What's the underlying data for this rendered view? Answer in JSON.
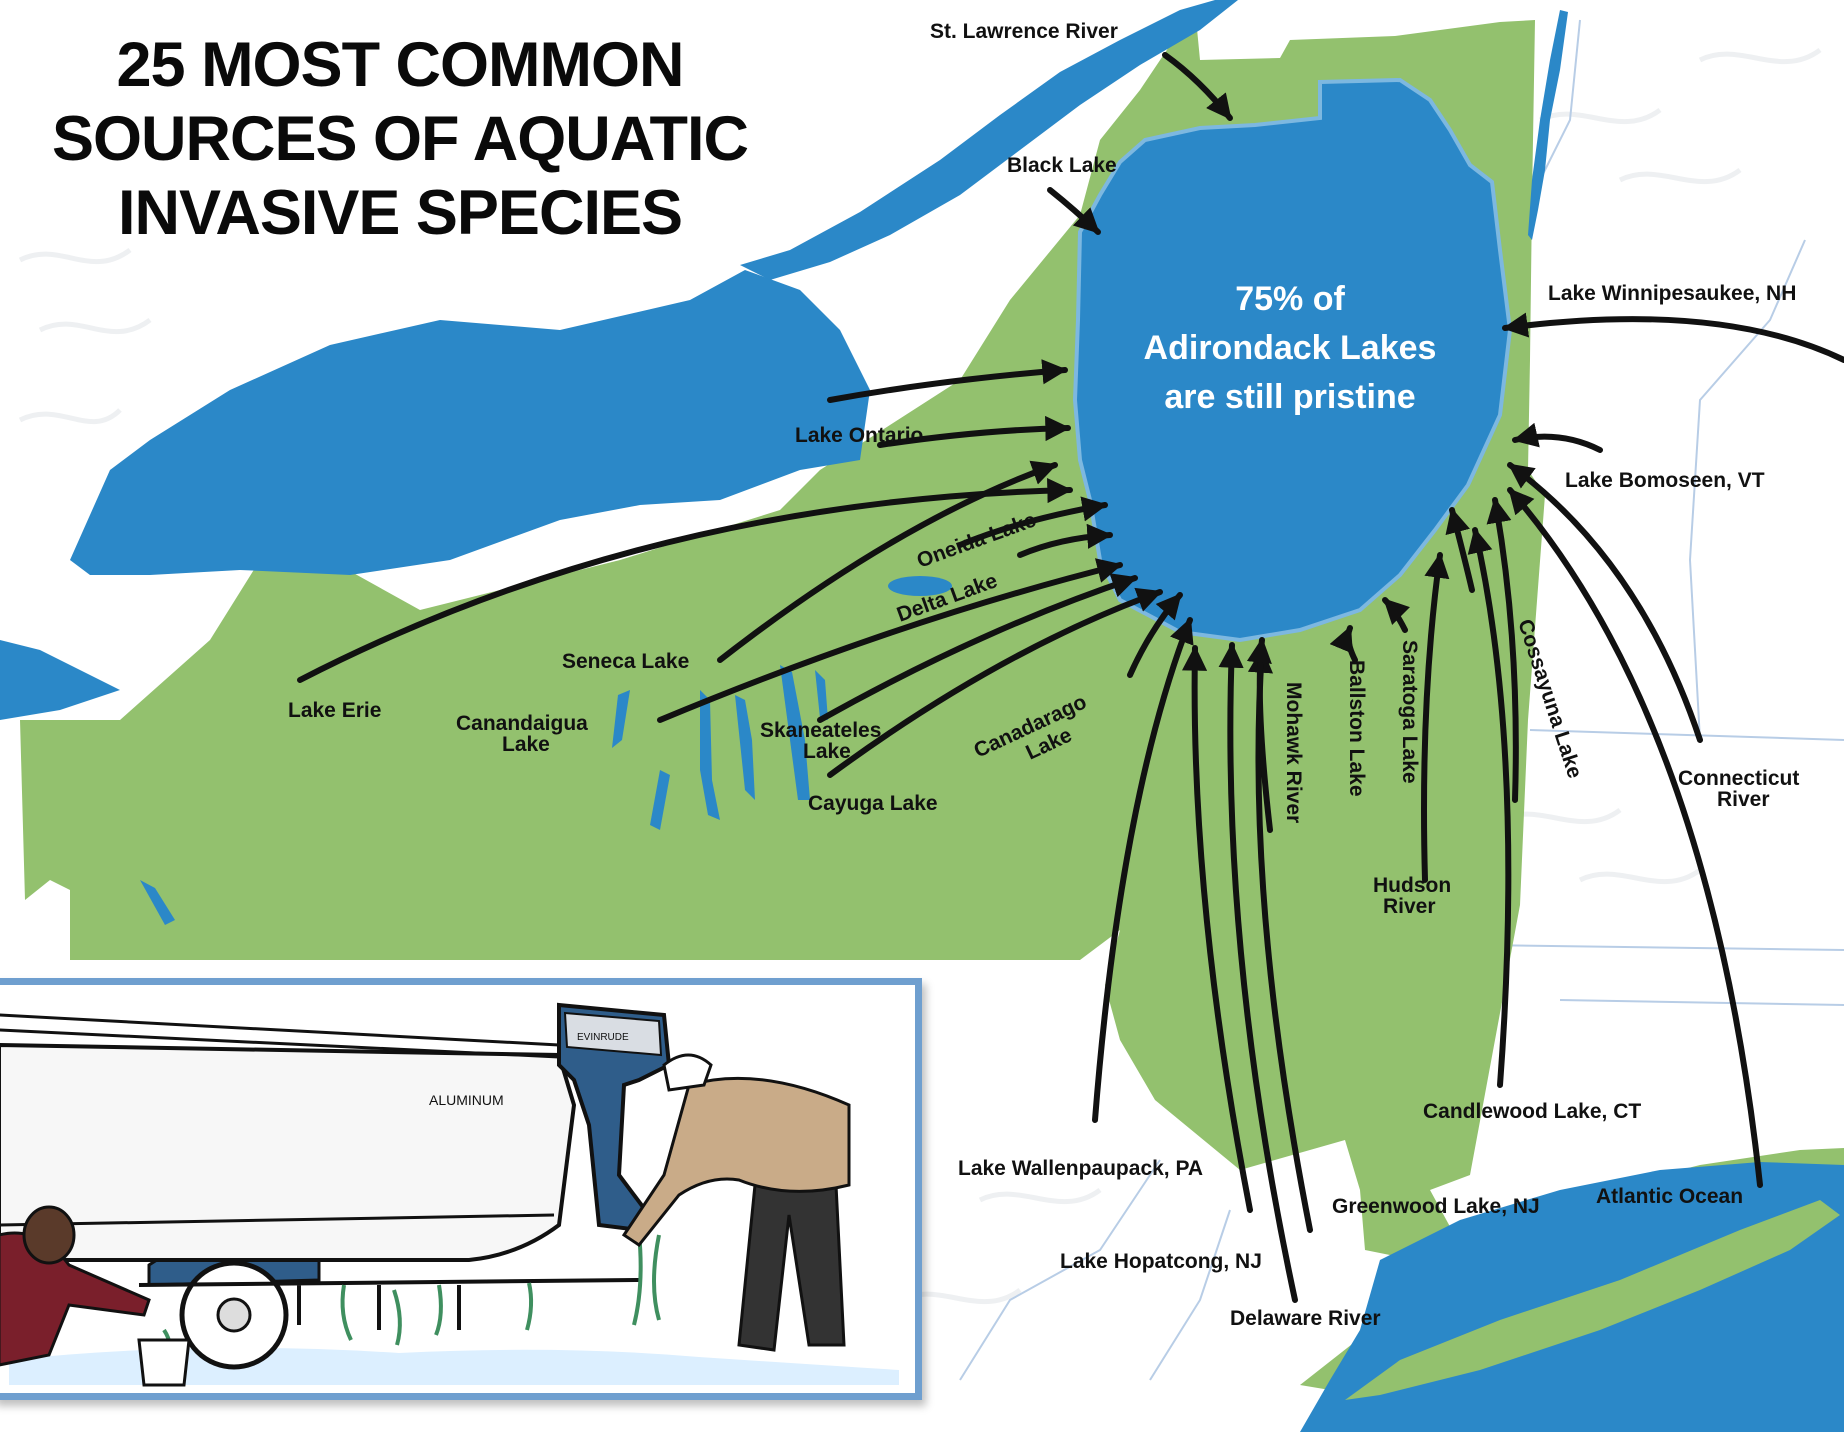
{
  "title_lines": [
    "25 MOST COMMON",
    "SOURCES OF AQUATIC",
    "INVASIVE SPECIES"
  ],
  "center_lines": [
    "75% of",
    "Adirondack Lakes",
    "are still pristine"
  ],
  "colors": {
    "land": "#93c16e",
    "water": "#2b88c8",
    "background": "#ffffff",
    "arrow": "#111111",
    "inset_border": "#6f9fcf"
  },
  "sources": {
    "st_lawrence": "St. Lawrence River",
    "black_lake": "Black Lake",
    "lake_winnipesaukee": "Lake Winnipesaukee, NH",
    "lake_ontario": "Lake Ontario",
    "lake_bomoseen": "Lake Bomoseen, VT",
    "oneida_lake": "Oneida Lake",
    "delta_lake": "Delta Lake",
    "seneca_lake": "Seneca Lake",
    "lake_erie": "Lake Erie",
    "canandaigua_1": "Canandaigua",
    "canandaigua_2": "Lake",
    "skaneateles_1": "Skaneateles",
    "skaneateles_2": "Lake",
    "canadarago_1": "Canadarago",
    "canadarago_2": "Lake",
    "cayuga_lake": "Cayuga Lake",
    "mohawk_river": "Mohawk River",
    "ballston_lake": "Ballston Lake",
    "saratoga_lake": "Saratoga Lake",
    "cossayuna_lake": "Cossayuna Lake",
    "connecticut_1": "Connecticut",
    "connecticut_2": "River",
    "hudson_1": "Hudson",
    "hudson_2": "River",
    "candlewood_lake": "Candlewood Lake, CT",
    "lake_wallenpaupack": "Lake Wallenpaupack, PA",
    "greenwood_lake": "Greenwood Lake, NJ",
    "atlantic_ocean": "Atlantic Ocean",
    "lake_hopatcong": "Lake Hopatcong, NJ",
    "delaware_river": "Delaware River"
  },
  "illustration": {
    "boat_text": "ALUMINUM",
    "motor_text": "EVINRUDE"
  }
}
